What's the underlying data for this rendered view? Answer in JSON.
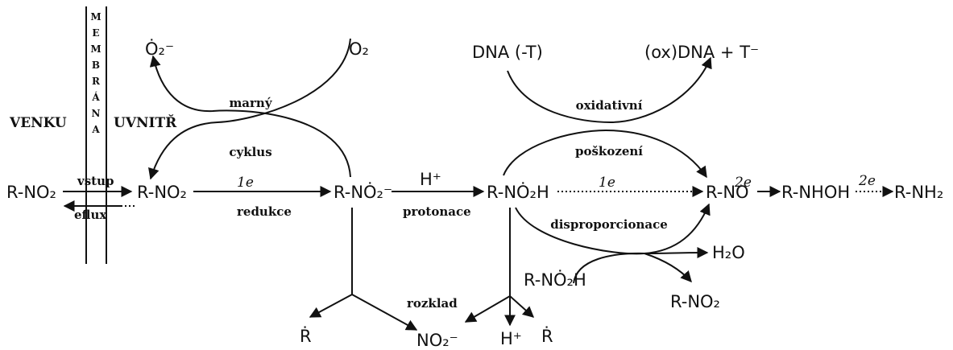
{
  "regions": {
    "outside": "VENKU",
    "inside": "UVNITŘ"
  },
  "membrane": {
    "letters": [
      "M",
      "E",
      "M",
      "B",
      "R",
      "Á",
      "N",
      "A"
    ]
  },
  "species": {
    "superoxide": "Ȯ₂⁻",
    "oxygen": "O₂",
    "dna": "DNA (-T)",
    "ox_dna": "(ox)DNA + T⁻",
    "rno2_out": "R-NO₂",
    "rno2_in": "R-NO₂",
    "radical_anion": "R-NȮ₂⁻",
    "protonated_radical": "R-NȮ₂H",
    "nitroso": "R-NO",
    "hydroxylamine": "R-NHOH",
    "amine": "R-NH₂",
    "rno2h_partner": "R-NȮ₂H",
    "water": "H₂O",
    "rno2_product": "R-NO₂",
    "r_radical_left": "Ṙ",
    "nitrite": "NO₂⁻",
    "proton_bottom": "H⁺",
    "r_radical_right": "Ṙ"
  },
  "labels": {
    "futile_top": "marný",
    "futile_bottom": "cyklus",
    "oxidative_top": "oxidativní",
    "oxidative_bottom": "poškození",
    "entry": "vstup",
    "efflux": "eflux",
    "one_e_a": "1e",
    "reduction": "redukce",
    "h_plus": "H⁺",
    "protonation": "protonace",
    "one_e_b": "1e",
    "disproportionation": "disproporcionace",
    "two_e_a": "2e",
    "two_e_b": "2e",
    "decomposition": "rozklad"
  }
}
